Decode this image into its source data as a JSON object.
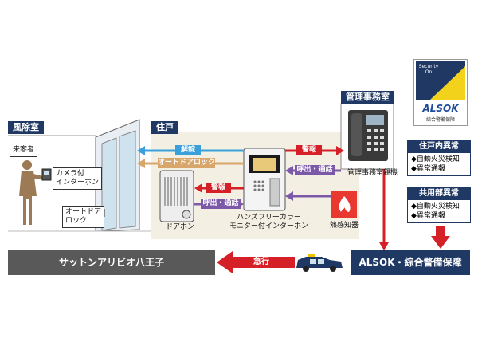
{
  "zones": {
    "vestibule": "風除室",
    "dwelling": "住戸",
    "management_office": "管理事務室"
  },
  "vestibule": {
    "visitor": "来客者",
    "camera_intercom": "カメラ付\nインターホン",
    "auto_door_lock": "オートドア\nロック"
  },
  "dwelling": {
    "door_phone": "ドアホン",
    "monitor_intercom": "ハンズフリーカラー\nモニター付インターホン",
    "heat_detector": "熱感知器"
  },
  "management": {
    "console": "管理事務室親機"
  },
  "signals": {
    "unlock": "解錠",
    "auto_door_lock": "オートドアロック",
    "alarm": "警報",
    "call": "呼出・通話"
  },
  "alsok_logo": {
    "security_on": "Security\nOn",
    "brand": "ALSOK",
    "company_small": "綜合警備保障"
  },
  "alerts": [
    {
      "title": "住戸内異常",
      "items": [
        "◆自動火災検知",
        "◆異常通報"
      ]
    },
    {
      "title": "共用部異常",
      "items": [
        "◆自動火災検知",
        "◆異常通報"
      ]
    }
  ],
  "alsok_center": "ALSOK・綜合警備保障",
  "response": "急行",
  "building": "サットンアリビオ八王子",
  "colors": {
    "navy": "#1f3864",
    "red": "#d62027",
    "blue": "#3aa0dc",
    "orange": "#d8a56a",
    "purple": "#7b59a8",
    "beige": "#f3efe3"
  }
}
